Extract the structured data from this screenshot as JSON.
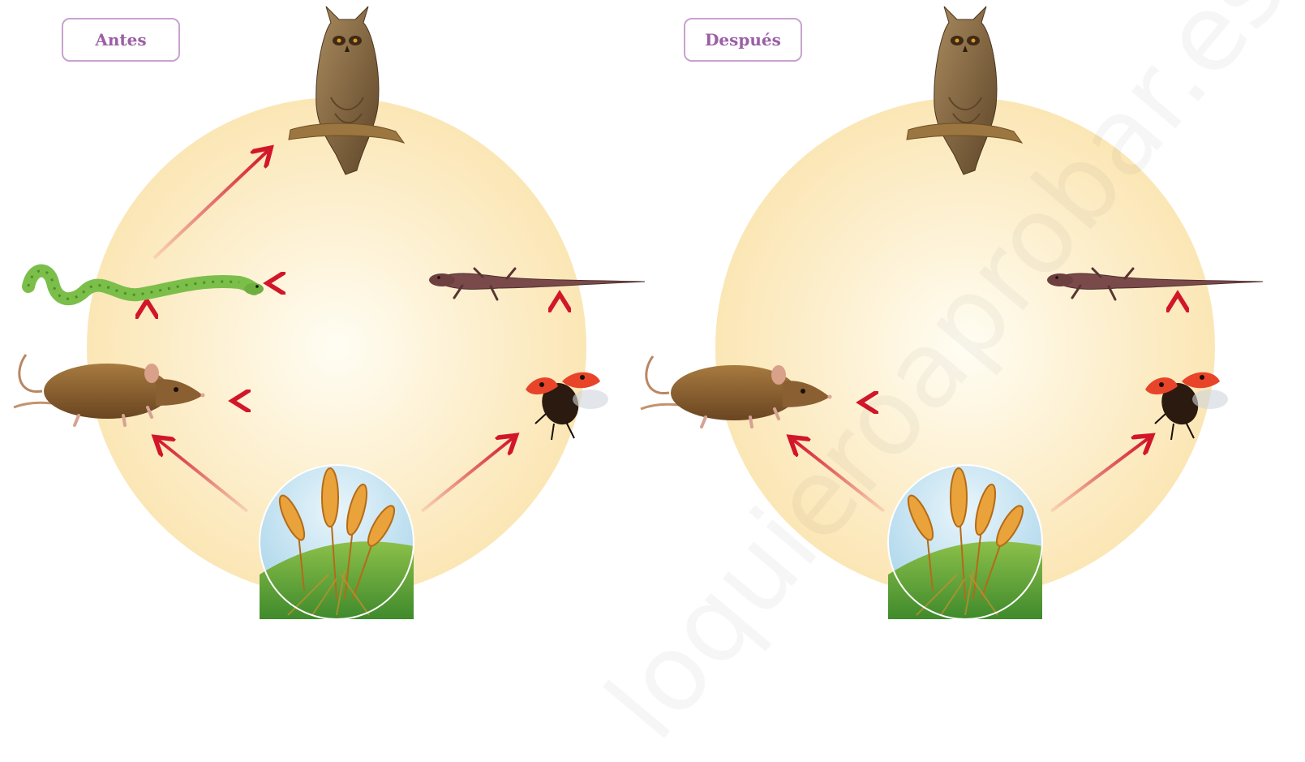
{
  "panels": {
    "before": {
      "label": "Antes"
    },
    "after": {
      "label": "Después"
    }
  },
  "watermark": {
    "text": "loquieroaprobar.es"
  },
  "colors": {
    "arrow": "#d2162a",
    "circle_center": "#fffdf3",
    "circle_edge": "#fbe6b5",
    "label_border": "#c9a2cf",
    "label_text": "#9b5fa6"
  },
  "food_web": {
    "organisms": [
      "owl",
      "snake",
      "lizard",
      "mouse",
      "ladybug",
      "wheat"
    ],
    "before_links": [
      [
        "wheat",
        "mouse"
      ],
      [
        "wheat",
        "ladybug"
      ],
      [
        "ladybug",
        "mouse"
      ],
      [
        "ladybug",
        "lizard"
      ],
      [
        "lizard",
        "snake"
      ],
      [
        "mouse",
        "snake"
      ],
      [
        "snake",
        "owl"
      ]
    ],
    "after_links": [
      [
        "wheat",
        "mouse"
      ],
      [
        "wheat",
        "ladybug"
      ],
      [
        "ladybug",
        "mouse"
      ],
      [
        "ladybug",
        "lizard"
      ]
    ]
  }
}
